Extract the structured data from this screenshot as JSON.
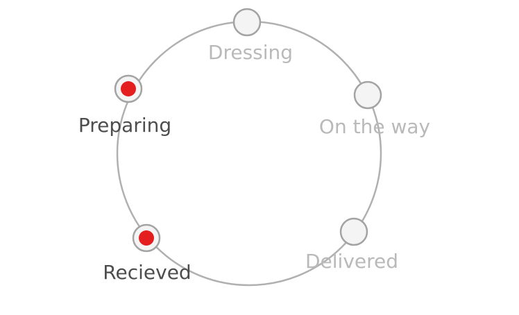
{
  "colors": {
    "ring": "#b0b0b0",
    "node_fill": "#f4f4f4",
    "node_border": "#a3a3a3",
    "active_dot": "#e41e1e",
    "active_label": "#4d4d4d",
    "inactive_label": "#b9b9b9"
  },
  "stages": [
    {
      "id": "dressing",
      "label": "Dressing",
      "completed": false
    },
    {
      "id": "on-the-way",
      "label": "On the way",
      "completed": false
    },
    {
      "id": "delivered",
      "label": "Delivered",
      "completed": false
    },
    {
      "id": "recieved",
      "label": "Recieved",
      "completed": true
    },
    {
      "id": "preparing",
      "label": "Preparing",
      "completed": true
    }
  ]
}
